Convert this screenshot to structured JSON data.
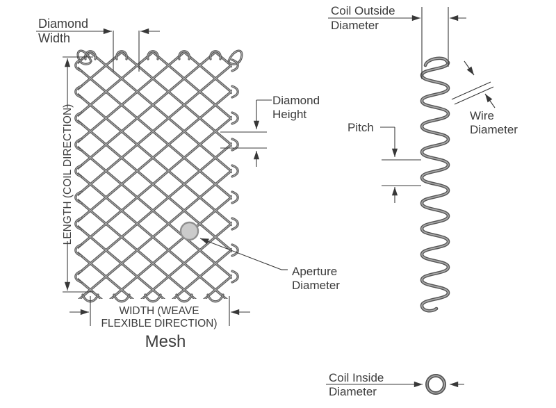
{
  "diagram": {
    "mesh": {
      "diamond_width": {
        "line1": "Diamond",
        "line2": "Width"
      },
      "length_axis": "LENGTH (COIL DIRECTION)",
      "diamond_height": {
        "line1": "Diamond",
        "line2": "Height"
      },
      "aperture": {
        "line1": "Aperture",
        "line2": "Diameter"
      },
      "width_axis": {
        "line1": "WIDTH (WEAVE",
        "line2": "FLEXIBLE DIRECTION)"
      },
      "caption": "Mesh"
    },
    "coil": {
      "outside_diameter": {
        "line1": "Coil Outside",
        "line2": "Diameter"
      },
      "wire_diameter": {
        "line1": "Wire",
        "line2": "Diameter"
      },
      "pitch": "Pitch",
      "inside_diameter": {
        "line1": "Coil Inside",
        "line2": "Diameter"
      }
    }
  },
  "colors": {
    "background": "#ffffff",
    "line": "#383838",
    "text": "#3d3d3d",
    "wire_dark": "#555555",
    "wire_light": "#a8a8a8",
    "aperture_fill": "#cbcbcb"
  }
}
